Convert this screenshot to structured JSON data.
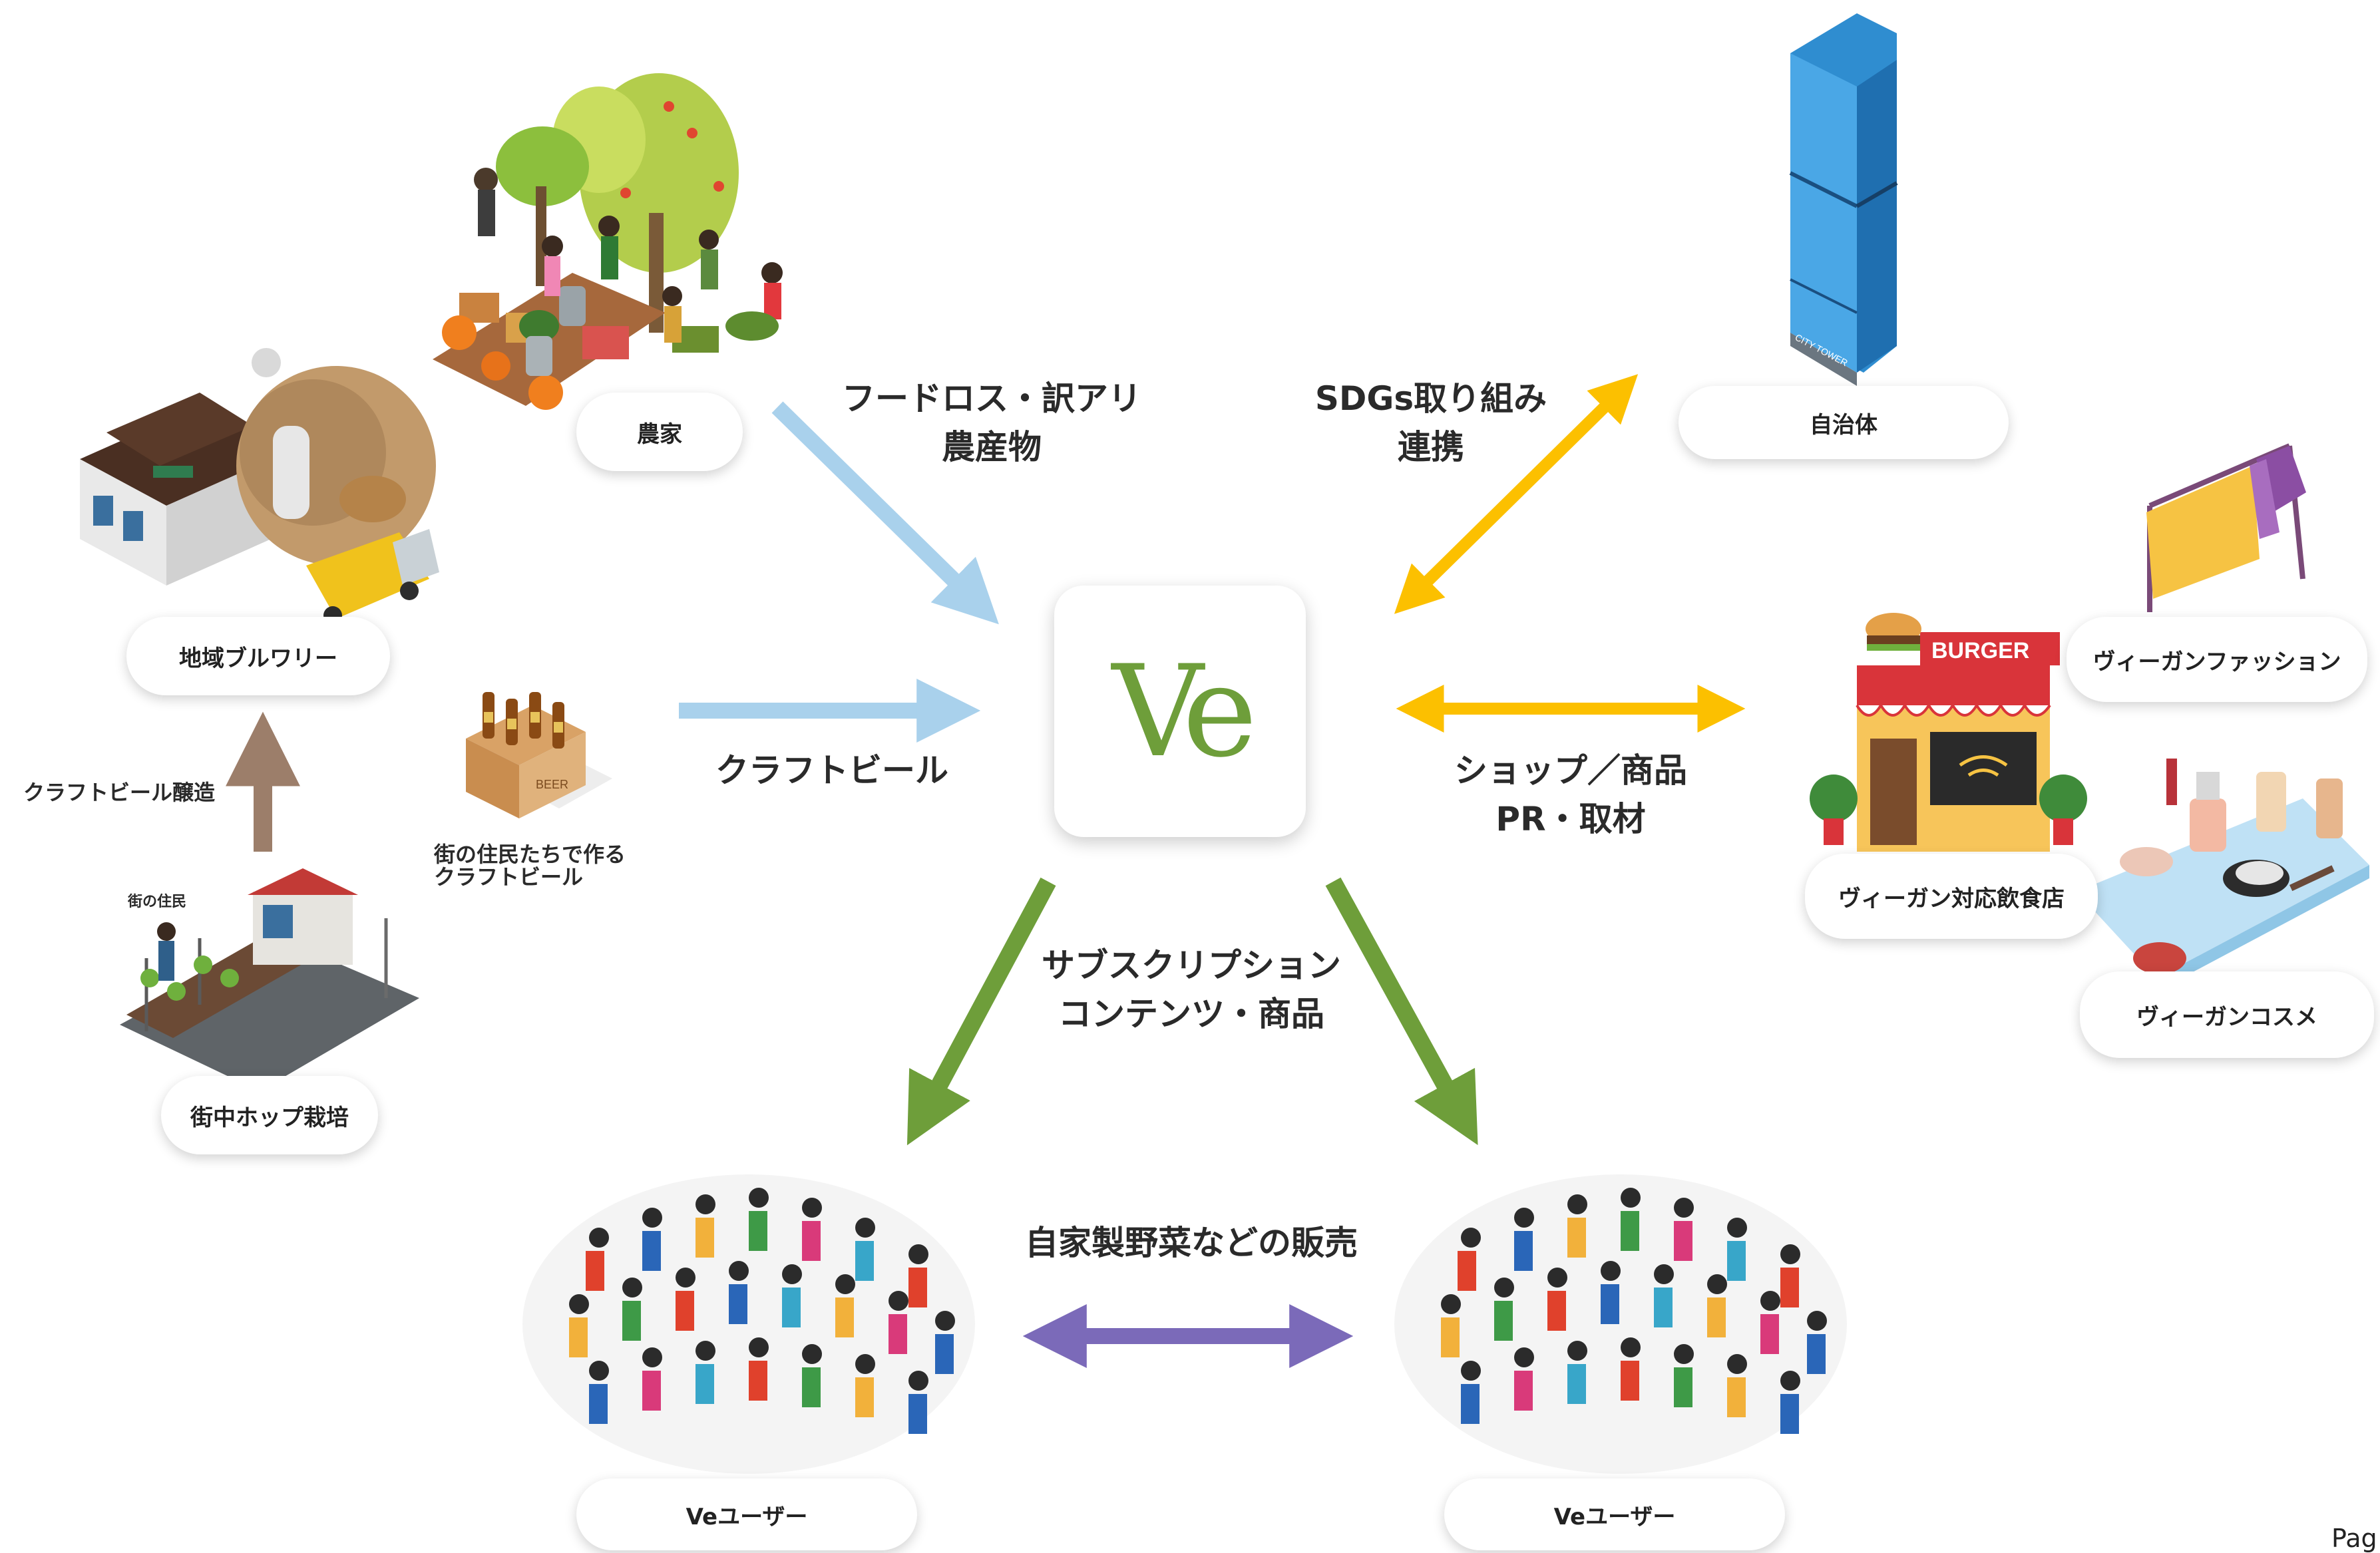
{
  "center": {
    "logo_text": "Ve"
  },
  "nodes": {
    "farmer": "農家",
    "brewery": "地域ブルワリー",
    "hop": "街中ホップ栽培",
    "government": "自治体",
    "restaurant": "ヴィーガン対応飲食店",
    "fashion": "ヴィーガンファッション",
    "cosme": "ヴィーガンコスメ",
    "user_left": "Veユーザー",
    "user_right": "Veユーザー"
  },
  "labels": {
    "foodloss": "フードロス・訳アリ\n農産物",
    "sdgs": "SDGs取り組み\n連携",
    "craft_beer": "クラフトビール",
    "shop_pr": "ショップ／商品\nPR・取材",
    "subscription": "サブスクリプション\nコンテンツ・商品",
    "homemade": "自家製野菜などの販売",
    "brewing": "クラフトビール醸造",
    "residents_beer": "街の住民たちで作る\nクラフトビール",
    "resident": "街の住民",
    "building_sign": "CITY TOWER",
    "burger_sign": "BURGER",
    "crate_sign": "BEER"
  },
  "page_label": "Pag",
  "colors": {
    "light_blue": "#a9d1ec",
    "yellow": "#fcc000",
    "green": "#6e9e3a",
    "purple": "#7b6ab9",
    "brown": "#9c7e6a"
  }
}
